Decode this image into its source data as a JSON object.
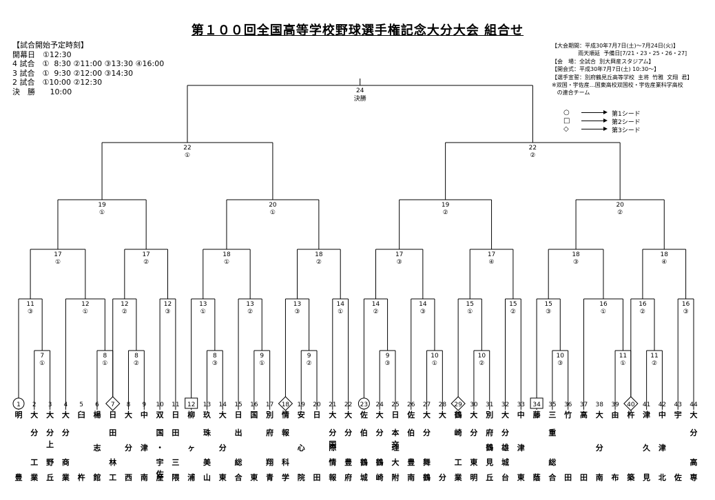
{
  "title": "第１００回全国高等学校野球選手権記念大分大会 組合せ",
  "schedule": {
    "heading": "【試合開始予定時刻】",
    "rows": [
      "開幕日　①12:30",
      "4 試合　①  8:30 ②11:00 ③13:30 ④16:00",
      "3 試合　①  9:30 ②12:00 ③14:30",
      "2 試合　①10:00 ②12:30",
      "決　勝　   10:00"
    ]
  },
  "info": {
    "rows": [
      "【大会期間：平成30年7月7日(土)～7月24日(火)】",
      "               雨天順延  予備日[7/21・23・25・26・27]",
      "【会　場：全試合  別大興産スタジアム】",
      "【開会式：平成30年7月7日(土) 10:30～】",
      "【選手宣誓：別府鶴見丘高等学校  主将  竹雅  文翔  君】",
      "※双国・宇佐産…国東高校双国校・宇佐産業科学高校",
      "   の連合チーム"
    ]
  },
  "legend": [
    {
      "symbol": "○",
      "label": "第1シード"
    },
    {
      "symbol": "□",
      "label": "第2シード"
    },
    {
      "symbol": "◇",
      "label": "第3シード"
    }
  ],
  "final": {
    "date": "24",
    "label": "決勝"
  },
  "semis": [
    {
      "date": "22",
      "slot": "①"
    },
    {
      "date": "22",
      "slot": "②"
    }
  ],
  "quarters": [
    {
      "date": "19",
      "slot": "①"
    },
    {
      "date": "20",
      "slot": "①"
    },
    {
      "date": "19",
      "slot": "②"
    },
    {
      "date": "20",
      "slot": "②"
    }
  ],
  "round3": [
    {
      "date": "17",
      "slot": "①"
    },
    {
      "date": "17",
      "slot": "②"
    },
    {
      "date": "18",
      "slot": "①"
    },
    {
      "date": "18",
      "slot": "②"
    },
    {
      "date": "17",
      "slot": "③"
    },
    {
      "date": "17",
      "slot": "④"
    },
    {
      "date": "18",
      "slot": "③"
    },
    {
      "date": "18",
      "slot": "④"
    }
  ],
  "round2": [
    {
      "date": "11",
      "slot": "③"
    },
    {
      "date": "12",
      "slot": "①"
    },
    {
      "date": "12",
      "slot": "②"
    },
    {
      "date": "12",
      "slot": "③"
    },
    {
      "date": "13",
      "slot": "①"
    },
    {
      "date": "13",
      "slot": "②"
    },
    {
      "date": "13",
      "slot": "③"
    },
    {
      "date": "14",
      "slot": "①"
    },
    {
      "date": "14",
      "slot": "②"
    },
    {
      "date": "14",
      "slot": "③"
    },
    {
      "date": "15",
      "slot": "①"
    },
    {
      "date": "15",
      "slot": "②"
    },
    {
      "date": "15",
      "slot": "③"
    },
    {
      "date": "16",
      "slot": "①"
    },
    {
      "date": "16",
      "slot": "②"
    },
    {
      "date": "16",
      "slot": "③"
    }
  ],
  "round1": [
    {
      "date": "7",
      "slot": "①"
    },
    {
      "date": "8",
      "slot": "①"
    },
    {
      "date": "8",
      "slot": "②"
    },
    {
      "date": "8",
      "slot": "③"
    },
    {
      "date": "9",
      "slot": "①"
    },
    {
      "date": "9",
      "slot": "②"
    },
    {
      "date": "9",
      "slot": "③"
    },
    {
      "date": "10",
      "slot": "①"
    },
    {
      "date": "10",
      "slot": "②"
    },
    {
      "date": "10",
      "slot": "③"
    },
    {
      "date": "11",
      "slot": "①"
    },
    {
      "date": "11",
      "slot": "②"
    }
  ],
  "teams": [
    {
      "no": "1",
      "seed": "circle",
      "name": [
        "明",
        "",
        "",
        "",
        "豊"
      ]
    },
    {
      "no": "2",
      "name": [
        "大",
        "分",
        "工",
        "",
        "業"
      ]
    },
    {
      "no": "3",
      "name": [
        "大",
        "分上",
        "野",
        "",
        "丘"
      ]
    },
    {
      "no": "4",
      "name": [
        "大",
        "分",
        "商",
        "",
        "業"
      ]
    },
    {
      "no": "5",
      "name": [
        "臼",
        "",
        "",
        "",
        "杵"
      ]
    },
    {
      "no": "6",
      "name": [
        "楊",
        "",
        "志",
        "",
        "館"
      ]
    },
    {
      "no": "7",
      "seed": "diamond",
      "name": [
        "日",
        "田",
        "林",
        "",
        "工"
      ]
    },
    {
      "no": "8",
      "name": [
        "大",
        "",
        "分",
        "",
        "西"
      ]
    },
    {
      "no": "9",
      "name": [
        "中",
        "",
        "津",
        "",
        "南"
      ]
    },
    {
      "no": "10",
      "name": [
        "双",
        "国",
        "・",
        "宇佐",
        "産"
      ]
    },
    {
      "no": "11",
      "name": [
        "日",
        "田",
        "三",
        "",
        "隈"
      ]
    },
    {
      "no": "12",
      "seed": "square",
      "name": [
        "柳",
        "ヶ",
        "",
        "",
        "浦"
      ]
    },
    {
      "no": "13",
      "name": [
        "玖",
        "珠",
        "美",
        "",
        "山"
      ]
    },
    {
      "no": "14",
      "name": [
        "大",
        "",
        "分",
        "",
        "東"
      ]
    },
    {
      "no": "15",
      "name": [
        "日",
        "出",
        "総",
        "",
        "合"
      ]
    },
    {
      "no": "16",
      "name": [
        "国",
        "",
        "",
        "",
        "東"
      ]
    },
    {
      "no": "17",
      "name": [
        "別",
        "府",
        "翔",
        "",
        "青"
      ]
    },
    {
      "no": "18",
      "seed": "diamond",
      "name": [
        "情",
        "報",
        "科",
        "",
        "学"
      ]
    },
    {
      "no": "19",
      "name": [
        "安",
        "",
        "心",
        "",
        "院"
      ]
    },
    {
      "no": "20",
      "name": [
        "日",
        "",
        "",
        "",
        "田"
      ]
    },
    {
      "no": "21",
      "name": [
        "大",
        "分国",
        "際",
        "",
        "情",
        "報"
      ]
    },
    {
      "no": "22",
      "name": [
        "大",
        "分",
        "豊",
        "",
        "府"
      ]
    },
    {
      "no": "23",
      "seed": "circle",
      "name": [
        "佐",
        "伯",
        "鶴",
        "",
        "城"
      ]
    },
    {
      "no": "24",
      "name": [
        "大",
        "分",
        "鶴",
        "",
        "崎"
      ]
    },
    {
      "no": "25",
      "name": [
        "日",
        "本文",
        "理",
        "大",
        "附"
      ]
    },
    {
      "no": "26",
      "name": [
        "佐",
        "伯",
        "豊",
        "",
        "南"
      ]
    },
    {
      "no": "27",
      "name": [
        "大",
        "分",
        "舞",
        "",
        "鶴"
      ]
    },
    {
      "no": "28",
      "name": [
        "大",
        "",
        "",
        "",
        "分"
      ]
    },
    {
      "no": "29",
      "seed": "diamond",
      "name": [
        "鶴",
        "崎",
        "工",
        "",
        "業"
      ]
    },
    {
      "no": "30",
      "name": [
        "大",
        "分",
        "東",
        "",
        "明"
      ]
    },
    {
      "no": "31",
      "name": [
        "別",
        "府",
        "鶴",
        "見",
        "丘"
      ]
    },
    {
      "no": "32",
      "name": [
        "大",
        "分",
        "雄",
        "城",
        "台"
      ]
    },
    {
      "no": "33",
      "name": [
        "中",
        "津",
        "",
        "",
        "東"
      ]
    },
    {
      "no": "34",
      "seed": "square",
      "name": [
        "藤",
        "",
        "",
        "",
        "蔭"
      ]
    },
    {
      "no": "35",
      "name": [
        "三",
        "重",
        "総",
        "",
        "合"
      ]
    },
    {
      "no": "36",
      "name": [
        "竹",
        "",
        "",
        "",
        "田"
      ]
    },
    {
      "no": "37",
      "name": [
        "高",
        "",
        "",
        "",
        "田"
      ]
    },
    {
      "no": "38",
      "name": [
        "大",
        "",
        "分",
        "",
        "南"
      ]
    },
    {
      "no": "39",
      "name": [
        "由",
        "",
        "",
        "",
        "布"
      ]
    },
    {
      "no": "40",
      "seed": "diamond",
      "name": [
        "杵",
        "",
        "",
        "",
        "築"
      ]
    },
    {
      "no": "41",
      "name": [
        "津",
        "",
        "久",
        "",
        "見"
      ]
    },
    {
      "no": "42",
      "name": [
        "中",
        "",
        "津",
        "",
        "北"
      ]
    },
    {
      "no": "43",
      "name": [
        "宇",
        "",
        "",
        "",
        "佐"
      ]
    },
    {
      "no": "44",
      "name": [
        "大",
        "分",
        "高",
        "",
        "専"
      ]
    }
  ]
}
